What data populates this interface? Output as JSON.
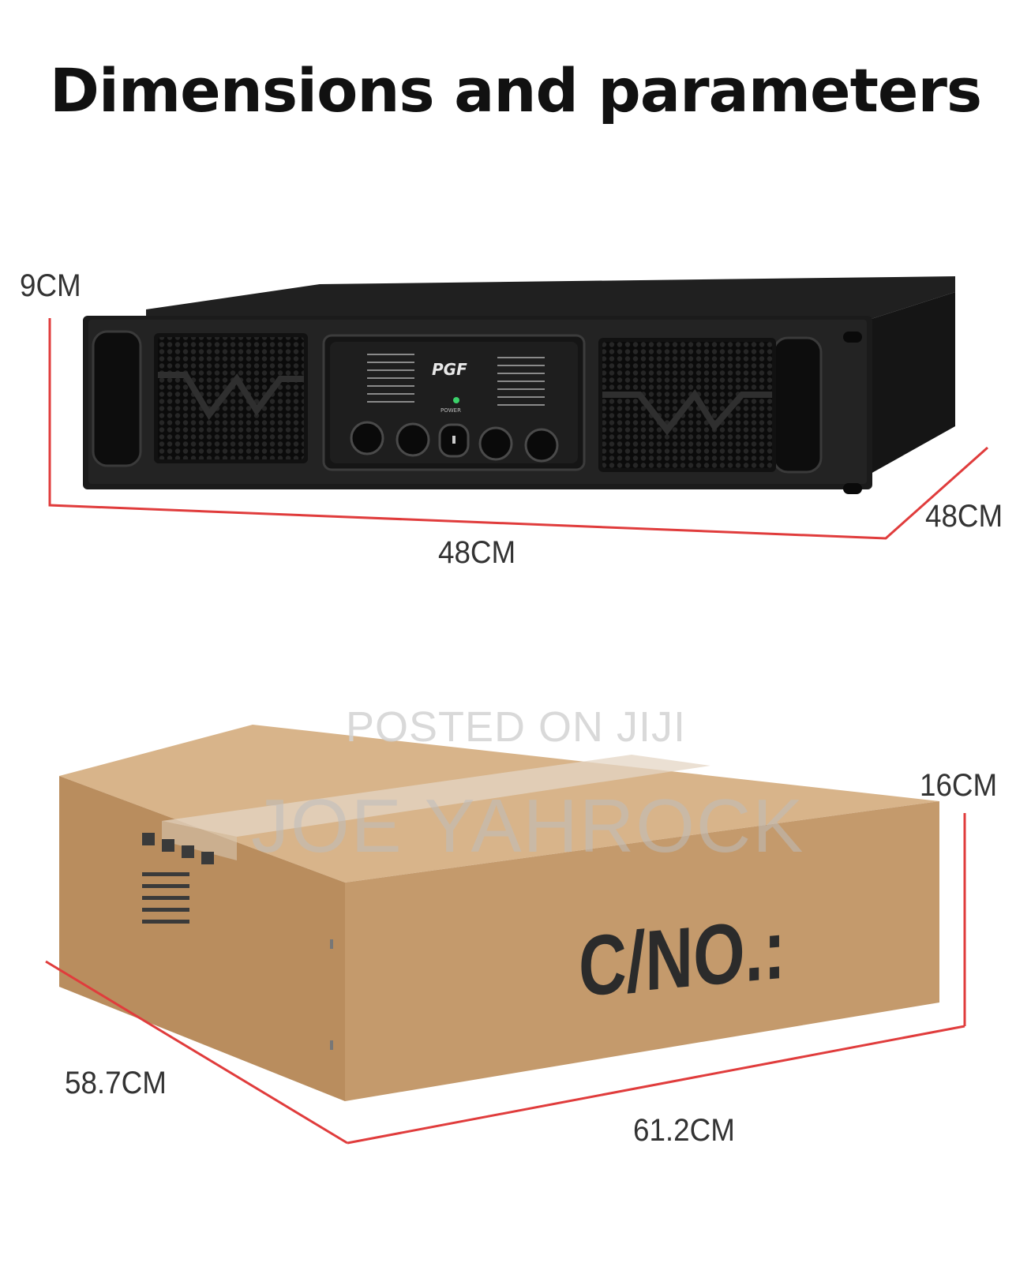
{
  "title": "Dimensions and parameters",
  "amplifier": {
    "brand": "PGF",
    "power_label": "POWER",
    "height_label": "9CM",
    "width_label": "48CM",
    "depth_label": "48CM"
  },
  "box": {
    "marking": "C/NO.:",
    "height_label": "16CM",
    "depth_label": "58.7CM",
    "width_label": "61.2CM"
  },
  "watermark": {
    "line1": "POSTED ON JIJI",
    "line2": "JOE YAHROCK"
  },
  "colors": {
    "dimension_line": "#e03c3c",
    "amplifier_body": "#1a1a1a",
    "box_front": "#c49a6c",
    "box_top": "#d8b48a",
    "box_side": "#b98d5e"
  }
}
